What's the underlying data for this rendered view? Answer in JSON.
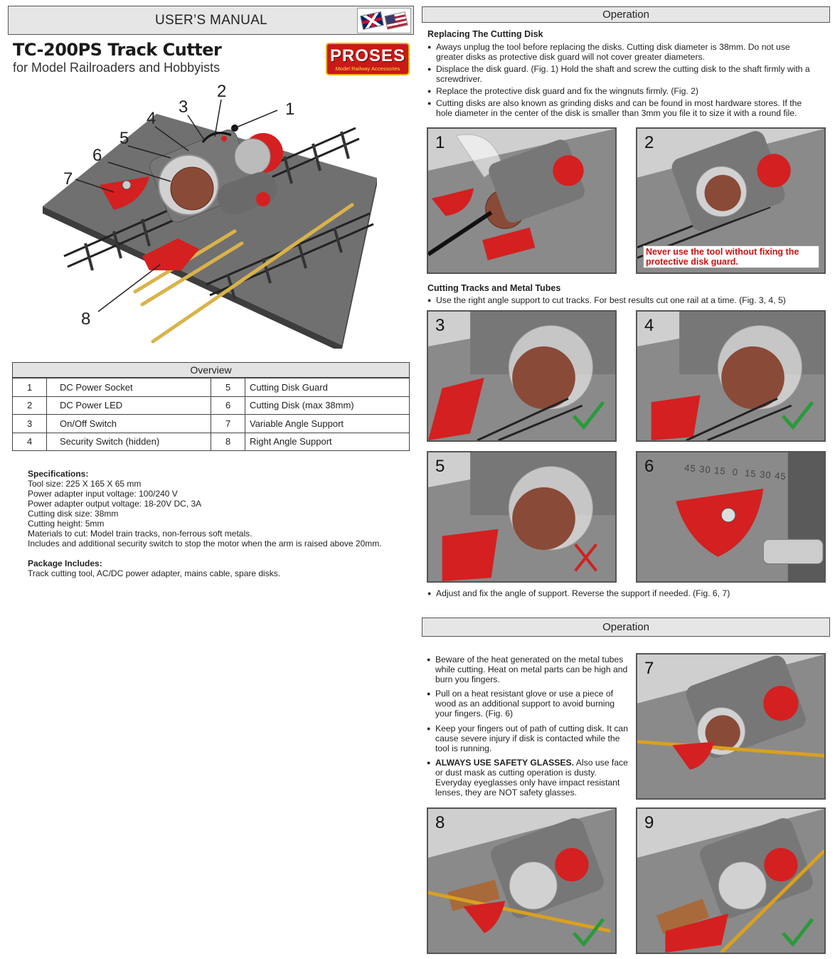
{
  "header": {
    "title": "USER’S MANUAL",
    "product_title": "TC-200PS Track Cutter",
    "product_subtitle": "for Model Railroaders and Hobbyists",
    "logo_main": "PROSES",
    "logo_sub": "Model Railway Accessories"
  },
  "hero_callouts": [
    "1",
    "2",
    "3",
    "4",
    "5",
    "6",
    "7",
    "8"
  ],
  "overview": {
    "title": "Overview",
    "rows": [
      {
        "n1": "1",
        "l1": "DC Power Socket",
        "n2": "5",
        "l2": "Cutting Disk Guard"
      },
      {
        "n1": "2",
        "l1": "DC Power LED",
        "n2": "6",
        "l2": "Cutting Disk (max 38mm)"
      },
      {
        "n1": "3",
        "l1": "On/Off Switch",
        "n2": "7",
        "l2": "Variable Angle Support"
      },
      {
        "n1": "4",
        "l1": "Security Switch (hidden)",
        "n2": "8",
        "l2": "Right Angle Support"
      }
    ]
  },
  "specs": {
    "heading": "Specifications:",
    "lines": [
      "Tool size: 225 X 165 X 65 mm",
      "Power adapter input voltage: 100/240 V",
      "Power adapter output voltage: 18-20V DC, 3A",
      "Cutting disk size: 38mm",
      "Cutting height: 5mm",
      "Materials to cut: Model train tracks, non-ferrous soft metals.",
      "Includes and additional security switch to stop the motor when the arm is raised above 20mm."
    ],
    "package_heading": "Package Includes:",
    "package_text": "Track cutting tool, AC/DC power adapter, mains cable, spare disks."
  },
  "operation1": {
    "title": "Operation",
    "replace_heading": "Replacing The Cutting Disk",
    "replace_bullets": [
      "Aways unplug the tool before replacing the disks. Cutting disk diameter is 38mm. Do not use greater disks as protective disk guard will not cover greater diameters.",
      "Displace the disk guard. (Fig. 1) Hold the shaft and screw the cutting disk to the shaft firmly with a screwdriver.",
      "Replace the protective disk guard and fix the wingnuts firmly.  (Fig. 2)",
      "Cutting disks are also known as grinding disks and can be found in most hardware stores. If the hole diameter in the center of the disk is smaller than 3mm you file it to size it with a round file."
    ],
    "warning": "Never use the tool without fixing the protective disk guard.",
    "cutting_heading": "Cutting Tracks and Metal Tubes",
    "cutting_bullet": "Use the right angle support to cut tracks. For best results cut one rail at a time. (Fig. 3, 4, 5)",
    "angle_bullet": "Adjust and fix the angle of support. Reverse the support if needed. (Fig. 6, 7)",
    "angle_scale": "45 30 15  0  15 30 45"
  },
  "operation2": {
    "title": "Operation",
    "bullets": [
      {
        "text": "Beware of the heat generated on the metal tubes while cutting. Heat on metal parts can be high and burn you fingers."
      },
      {
        "text": "Pull on a heat resistant glove or use a piece of wood as an additional support to avoid burning your fingers. (Fig. 6)"
      },
      {
        "text": "Keep your fingers out of path of cutting disk. It can cause severe injury if disk is contacted while the tool is running."
      },
      {
        "bold": "ALWAYS USE SAFETY GLASSES.",
        "text": " Also use face or dust mask as cutting operation is dusty. Everyday eyeglasses only have impact resistant lenses, they are NOT safety glasses."
      }
    ]
  },
  "figures": [
    "1",
    "2",
    "3",
    "4",
    "5",
    "6",
    "7",
    "8",
    "9"
  ],
  "colors": {
    "accent_red": "#d01818",
    "check_green": "#2a9a3a",
    "cross_red": "#d02020",
    "tool_gray": "#6e6e6e",
    "bar_gray": "#e6e6e6"
  }
}
